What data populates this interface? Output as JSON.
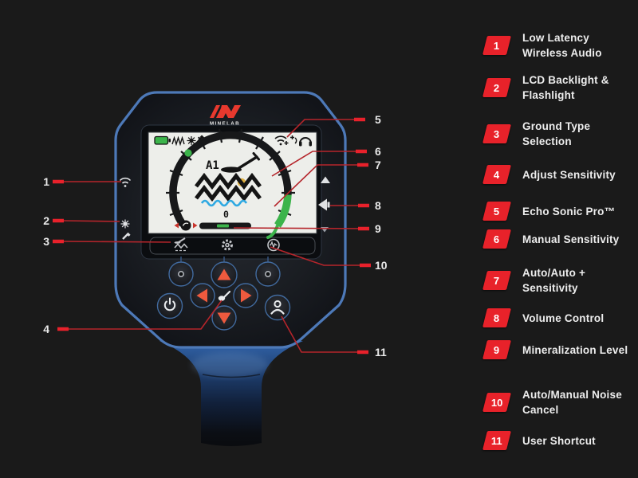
{
  "background_color": "#1a1a1a",
  "accent_red": "#e8222a",
  "device_outline_blue": "#4d79b8",
  "lcd_green": "#3cb44b",
  "brand": {
    "logo_text": "MINELAB",
    "logo_icon": "minelab-logo-icon",
    "logo_color": "#e8392e"
  },
  "screen": {
    "mode_label": "A1",
    "noise_channel_value": "0",
    "status_icons_left": [
      "battery-icon",
      "audio-wave-icon",
      "backlight-icon",
      "flashlight-icon"
    ],
    "status_icons_right": [
      "wifi-plus-icon",
      "audio-transmit-icon",
      "headphones-icon"
    ],
    "gauge": "sensitivity-arc-with-ticks, green start dot upper-left, green level marker lower-right",
    "center_icons": [
      "detector-icon",
      "mineralization-zigzag-icon",
      "gold-dot",
      "water-wave-icon"
    ]
  },
  "menu_icons": [
    "ground-type-icon",
    "settings-gear-icon",
    "noise-cancel-icon"
  ],
  "side_icons_left": [
    "wireless-icon",
    "backlight-icon",
    "flashlight-icon"
  ],
  "side_icons_right": [
    "volume-up-icon",
    "speaker-icon",
    "volume-down-icon"
  ],
  "buttons": [
    "select-left-button",
    "up-button",
    "select-right-button",
    "left-button",
    "detector-select-button",
    "right-button",
    "down-button",
    "power-button",
    "user-shortcut-button"
  ],
  "callouts": [
    {
      "num": "1"
    },
    {
      "num": "2"
    },
    {
      "num": "3"
    },
    {
      "num": "4"
    },
    {
      "num": "5"
    },
    {
      "num": "6"
    },
    {
      "num": "7"
    },
    {
      "num": "8"
    },
    {
      "num": "9"
    },
    {
      "num": "10"
    },
    {
      "num": "11"
    }
  ],
  "legend": {
    "badge_color": "#e8222a",
    "items": [
      {
        "num": "1",
        "label": "Low Latency Wireless Audio"
      },
      {
        "num": "2",
        "label": "LCD Backlight & Flashlight"
      },
      {
        "num": "3",
        "label": "Ground Type Selection"
      },
      {
        "num": "4",
        "label": "Adjust Sensitivity"
      },
      {
        "num": "5",
        "label": "Echo Sonic Pro™"
      },
      {
        "num": "6",
        "label": "Manual Sensitivity"
      },
      {
        "num": "7",
        "label": "Auto/Auto + Sensitivity"
      },
      {
        "num": "8",
        "label": "Volume Control"
      },
      {
        "num": "9",
        "label": "Mineralization Level"
      },
      {
        "num": "10",
        "label": "Auto/Manual Noise Cancel"
      },
      {
        "num": "11",
        "label": "User Shortcut"
      }
    ]
  }
}
